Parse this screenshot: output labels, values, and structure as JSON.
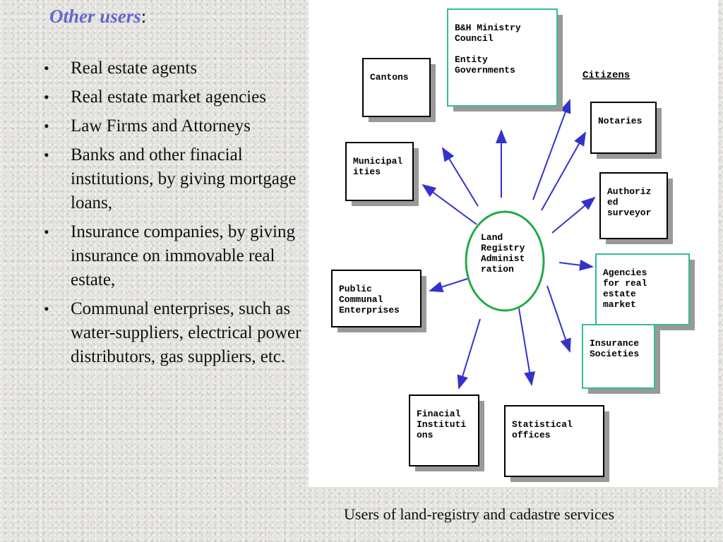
{
  "heading": {
    "title": "Other users",
    "suffix": ":"
  },
  "bullets": [
    "Real estate agents",
    "Real estate market agencies",
    "Law Firms and Attorneys",
    "Banks and other finacial institutions, by giving mortgage loans,",
    "Insurance companies, by giving insurance on immovable real estate,",
    "Communal enterprises, such as  water-suppliers, electrical power distributors, gas suppliers, etc."
  ],
  "diagram": {
    "center": {
      "lines": [
        "Land",
        "Registry",
        "Administ",
        "ration"
      ]
    },
    "citizens_label": "Citizens",
    "nodes": [
      {
        "id": "ministry",
        "lines": [
          "B&H Ministry",
          "Council",
          "",
          "Entity",
          "Governments"
        ],
        "accent": "teal"
      },
      {
        "id": "cantons",
        "lines": [
          "Cantons"
        ],
        "accent": "black"
      },
      {
        "id": "municipalities",
        "lines": [
          "Municipal",
          "ities"
        ],
        "accent": "black"
      },
      {
        "id": "notaries",
        "lines": [
          "Notaries"
        ],
        "accent": "black"
      },
      {
        "id": "surveyor",
        "lines": [
          "Authoriz",
          "ed",
          "surveyor"
        ],
        "accent": "black"
      },
      {
        "id": "agencies",
        "lines": [
          "Agencies",
          "for real",
          "estate",
          "market"
        ],
        "accent": "teal"
      },
      {
        "id": "insurance",
        "lines": [
          "Insurance",
          "Societies"
        ],
        "accent": "teal"
      },
      {
        "id": "public",
        "lines": [
          "Public",
          "Communal",
          "Enterprises"
        ],
        "accent": "black"
      },
      {
        "id": "financial",
        "lines": [
          "Finacial",
          "Instituti",
          "ons"
        ],
        "accent": "black"
      },
      {
        "id": "statistical",
        "lines": [
          "Statistical",
          "offices"
        ],
        "accent": "black"
      }
    ]
  },
  "caption": "Users of land-registry and cadastre services",
  "colors": {
    "heading_title": "#6666cc",
    "arrow": "#3333cc",
    "ellipse": "#22aa44",
    "teal_border": "#33bb99",
    "shadow": "#999999"
  }
}
